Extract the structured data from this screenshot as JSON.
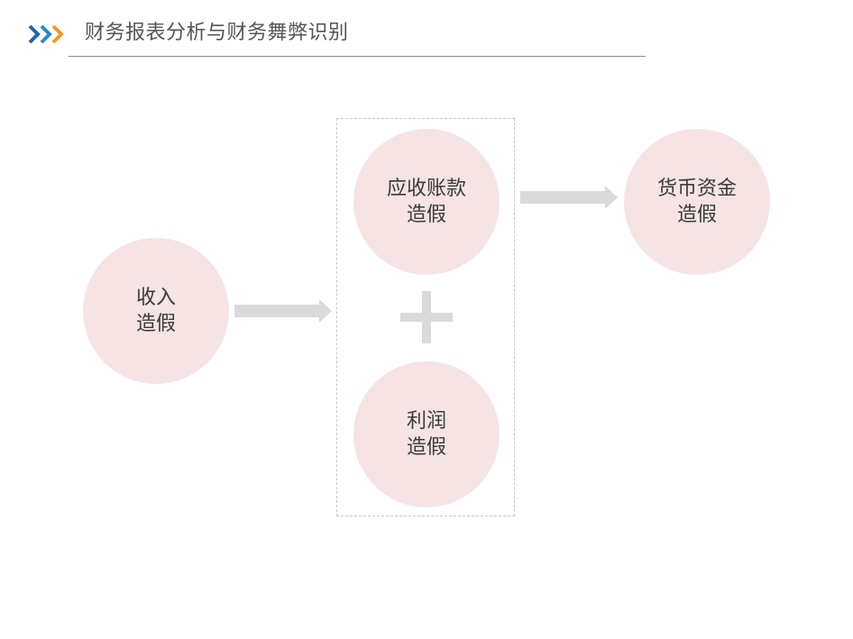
{
  "header": {
    "title": "财务报表分析与财务舞弊识别",
    "icon": "triple-chevron-right-icon",
    "icon_colors": [
      "#1f64ad",
      "#2e86d0",
      "#f29a21"
    ]
  },
  "diagram": {
    "nodes": {
      "revenue": {
        "line1": "收入",
        "line2": "造假"
      },
      "receivables": {
        "line1": "应收账款",
        "line2": "造假"
      },
      "profit": {
        "line1": "利润",
        "line2": "造假"
      },
      "cash": {
        "line1": "货币资金",
        "line2": "造假"
      }
    },
    "operator": "plus-icon",
    "colors": {
      "circle_fill": "#f6e4e5",
      "arrow": "#dadada",
      "plus": "#dadada",
      "group_border": "#c9c9c9"
    }
  }
}
